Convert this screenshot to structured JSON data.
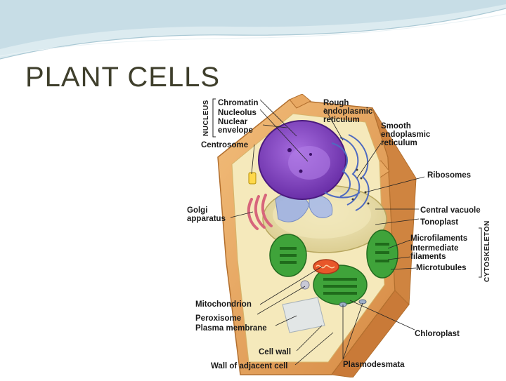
{
  "slide": {
    "title": "PLANT CELLS"
  },
  "diagram": {
    "labels": {
      "chromatin": "Chromatin",
      "nucleolus": "Nucleolus",
      "nuclear_envelope": "Nuclear\nenvelope",
      "nucleus_group": "NUCLEUS",
      "centrosome": "Centrosome",
      "golgi": "Golgi\napparatus",
      "mitochondrion": "Mitochondrion",
      "peroxisome": "Peroxisome",
      "plasma_membrane": "Plasma membrane",
      "cell_wall": "Cell wall",
      "wall_adjacent": "Wall of adjacent cell",
      "rough_er": "Rough\nendoplasmic\nreticulum",
      "smooth_er": "Smooth\nendoplasmic\nreticulum",
      "ribosomes": "Ribosomes",
      "central_vacuole": "Central vacuole",
      "tonoplast": "Tonoplast",
      "microfilaments": "Microfilaments",
      "intermediate_filaments": "Intermediate\nfilaments",
      "microtubules": "Microtubules",
      "cytoskeleton_group": "CYTOSKELETON",
      "chloroplast": "Chloroplast",
      "plasmodesmata": "Plasmodesmata"
    },
    "colors": {
      "cell_wall": "#e2a05a",
      "cytoplasm": "#f3e6b0",
      "nucleus": "#8a4cc2",
      "vacuole": "#e6dba0",
      "chloroplast": "#3fa33a",
      "mitochondrion": "#e8572a",
      "golgi": "#e07a8a",
      "er": "#5a78c8",
      "banner": "#cfe3ea"
    }
  }
}
